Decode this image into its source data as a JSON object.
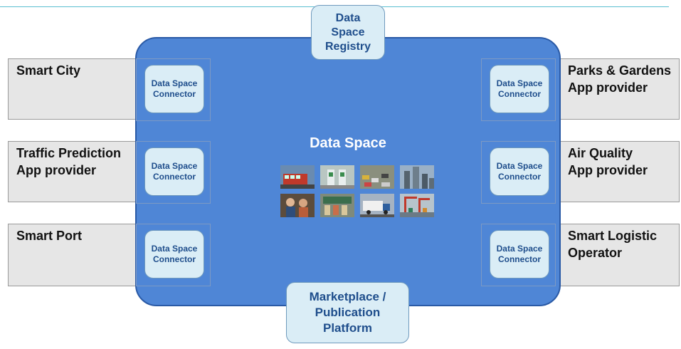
{
  "diagram": {
    "center_label": "Data Space",
    "registry_label": "Data\nSpace\nRegistry",
    "marketplace_label": "Marketplace /\nPublication\nPlatform",
    "connector_label": "Data Space\nConnector",
    "stakeholders_left": [
      {
        "label": "Smart City"
      },
      {
        "label": "Traffic Prediction\nApp provider"
      },
      {
        "label": "Smart Port"
      }
    ],
    "stakeholders_right": [
      {
        "label": "Parks & Gardens\nApp provider"
      },
      {
        "label": "Air Quality\nApp provider"
      },
      {
        "label": "Smart Logistic\nOperator"
      }
    ],
    "photos": [
      {
        "icon": "bus-photo-icon"
      },
      {
        "icon": "ev-charging-photo-icon"
      },
      {
        "icon": "traffic-photo-icon"
      },
      {
        "icon": "city-skyline-photo-icon"
      },
      {
        "icon": "people-photo-icon"
      },
      {
        "icon": "storefront-photo-icon"
      },
      {
        "icon": "truck-photo-icon"
      },
      {
        "icon": "port-cranes-photo-icon"
      }
    ]
  },
  "colors": {
    "dataspace_fill": "#4f86d6",
    "connector_fill": "#daedf6",
    "stakeholder_fill": "#e6e6e6",
    "text_dark_blue": "#1f4e8c"
  }
}
